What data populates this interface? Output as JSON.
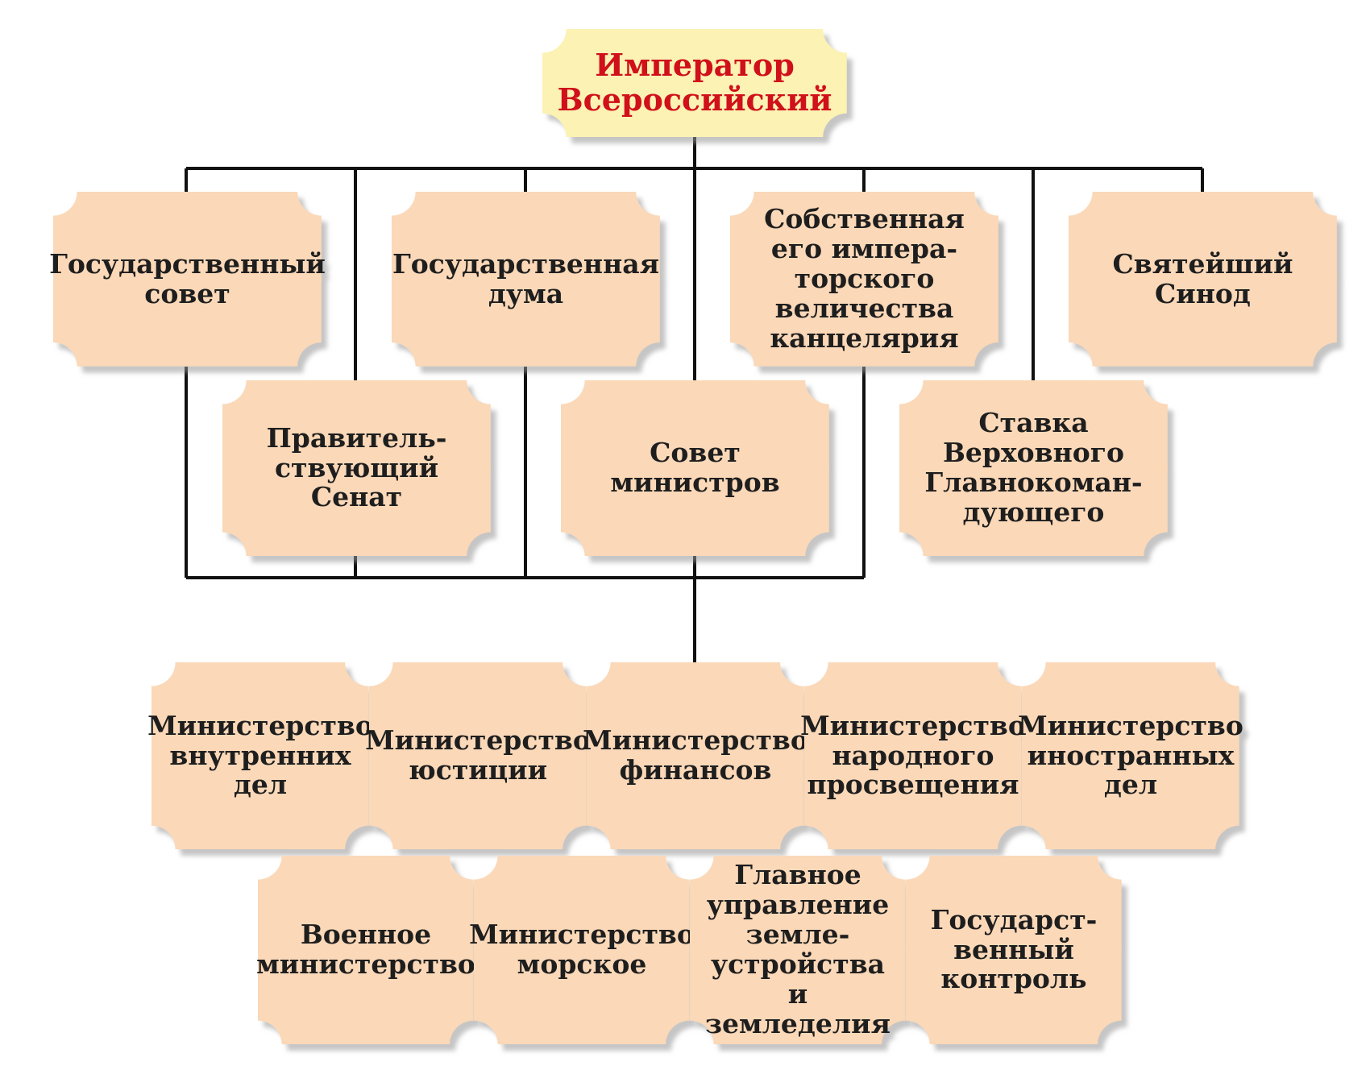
{
  "colors": {
    "node_fill": "#fad8b8",
    "emperor_fill": "#fbf2b3",
    "emperor_text": "#d0101a",
    "line": "#111111"
  },
  "nodes": {
    "emperor": "Император\nВсероссийский",
    "state_council": "Государственный\nсовет",
    "state_duma": "Государственная\nдума",
    "chancellery": "Собственная\nего импера-\nторского\nвеличества\nканцелярия",
    "holy_synod": "Святейший\nСинод",
    "senate": "Правитель-\nствующий\nСенат",
    "council_of_ministers": "Совет\nминистров",
    "stavka": "Ставка\nВерховного\nГлавнокоман-\nдующего",
    "min_interior": "Министерство\nвнутренних\nдел",
    "min_justice": "Министерство\nюстиции",
    "min_finance": "Министерство\nфинансов",
    "min_education": "Министерство\nнародного\nпросвещения",
    "min_foreign": "Министерство\nиностранных\nдел",
    "min_war": "Военное\nминистерство",
    "min_navy": "Министерство\nморское",
    "land_management": "Главное\nуправление\nземле-\nустройства\nи земледелия",
    "state_control": "Государст-\nвенный\nконтроль"
  }
}
